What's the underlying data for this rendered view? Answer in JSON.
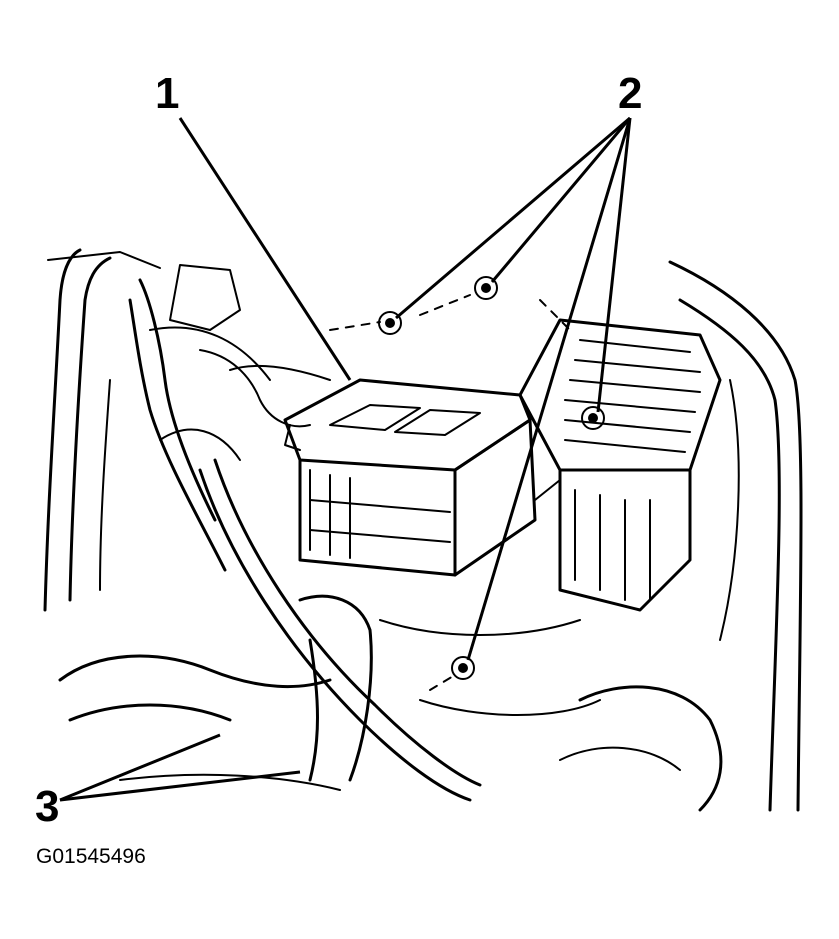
{
  "callouts": {
    "one": "1",
    "two": "2",
    "three": "3"
  },
  "figure_id": "G01545496",
  "colors": {
    "ink": "#000000",
    "paper": "#ffffff"
  }
}
